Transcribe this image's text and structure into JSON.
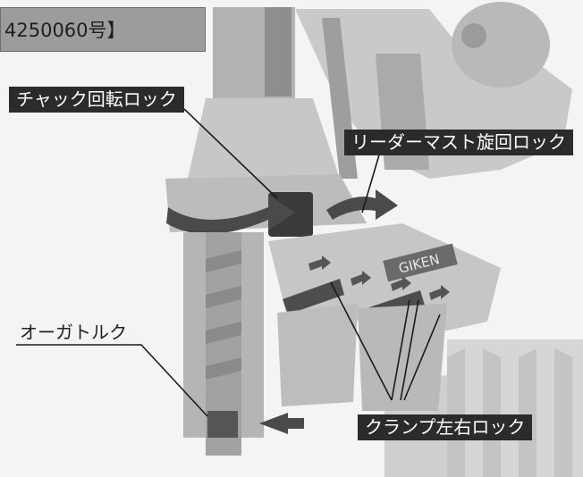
{
  "patent_number": "4250060号】",
  "labels": {
    "chuck_rotation_lock": "チャック回転ロック",
    "leader_mast_swivel_lock": "リーダーマスト旋回ロック",
    "auger_torque": "オーガトルク",
    "clamp_lr_lock": "クランプ左右ロック"
  },
  "brand_text": "GIKEN",
  "colors": {
    "label_bg": "#2b2b2b",
    "label_text": "#ffffff",
    "patent_bg": "#9c9c9c",
    "machine_gray": "#bdbdbd"
  },
  "icons": [
    "rotation-arrow-icon",
    "direction-arrow-icon"
  ]
}
